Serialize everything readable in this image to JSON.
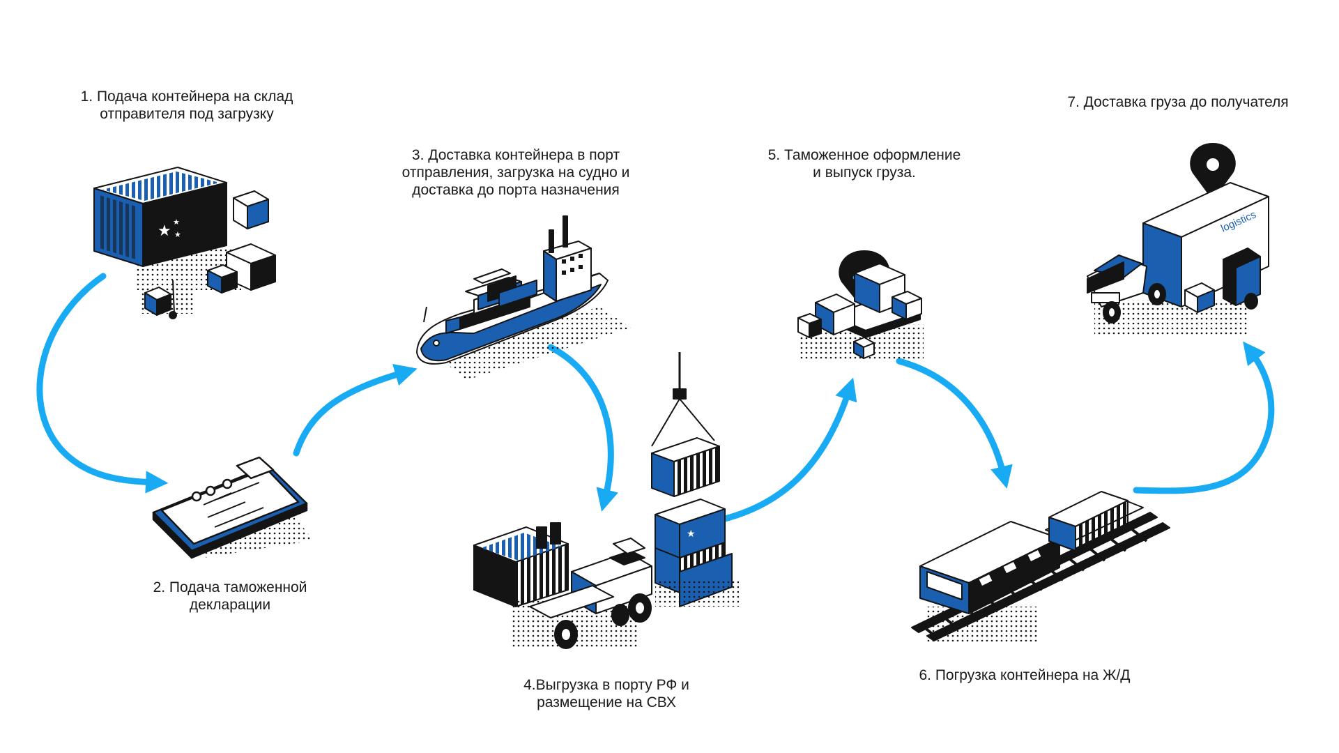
{
  "colors": {
    "arrow": "#18aaf2",
    "accent": "#1b5fb0",
    "ink": "#141414",
    "paper": "#ffffff"
  },
  "steps": [
    {
      "number": 1,
      "lines": [
        "1. Подача контейнера на склад",
        "отправителя под загрузку"
      ],
      "icon": "china-container-with-boxes-icon"
    },
    {
      "number": 2,
      "lines": [
        "2. Подача таможенной",
        "декларации"
      ],
      "icon": "clipboard-declaration-icon"
    },
    {
      "number": 3,
      "lines": [
        "3. Доставка контейнера в порт",
        "отправления, загрузка на судно и",
        "доставка до порта назначения"
      ],
      "icon": "cargo-ship-icon"
    },
    {
      "number": 4,
      "lines": [
        "4.Выгрузка в порту РФ и",
        "размещение на СВХ"
      ],
      "icon": "port-crane-and-reach-stacker-icon"
    },
    {
      "number": 5,
      "lines": [
        "5. Таможенное оформление",
        "и выпуск груза."
      ],
      "icon": "customs-clearance-pallet-icon"
    },
    {
      "number": 6,
      "lines": [
        "6. Погрузка контейнера на Ж/Д"
      ],
      "icon": "train-with-container-icon"
    },
    {
      "number": 7,
      "lines": [
        "7. Доставка груза до получателя"
      ],
      "icon": "delivery-truck-icon"
    }
  ],
  "truck_text": "logistics"
}
